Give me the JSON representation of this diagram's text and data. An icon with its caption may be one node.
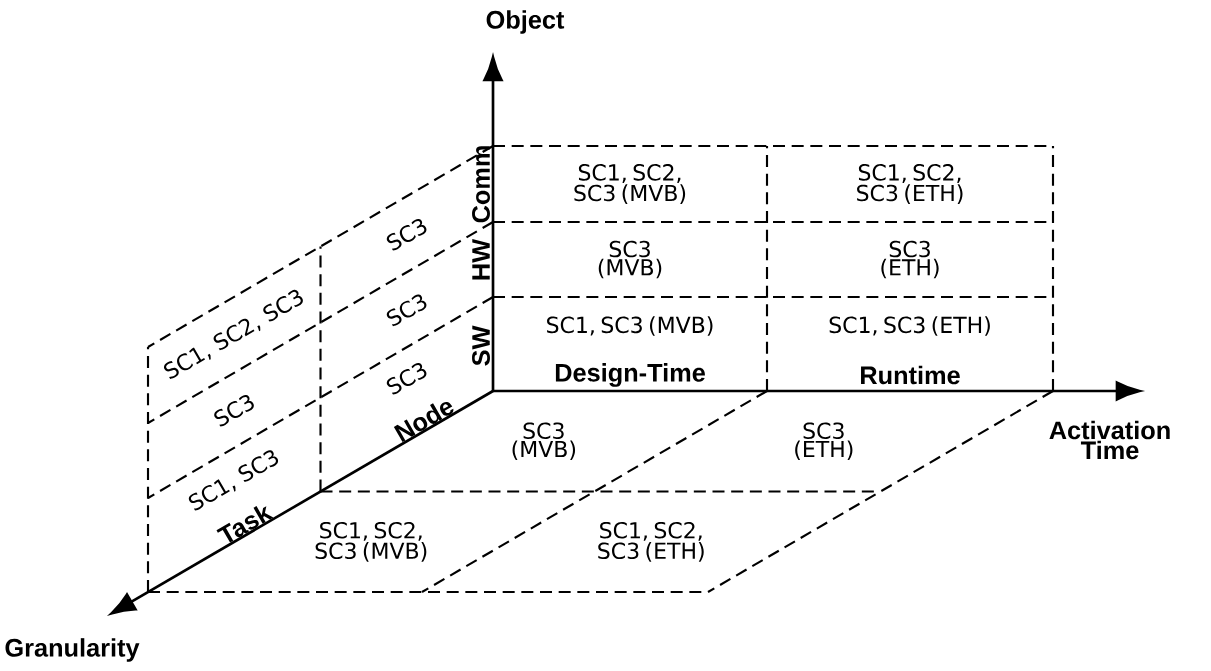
{
  "diagram": {
    "labels": [
      "Object",
      "Comm",
      "SC1, SC2, SC3 (MVB)",
      "SC1, SC2, SC3 (ETH)",
      "HW",
      "SC3 (MVB)",
      "SC3 (ETH)",
      "SW",
      "SC1, SC3 (MVB)",
      "SC1, SC3 (ETH)",
      "Design-Time",
      "Runtime",
      "Activation Time",
      "SC1, SC2, SC3",
      "SC3",
      "SC3",
      "SC1, SC3",
      "SC3",
      "SC3",
      "Node",
      "Task",
      "SC3 (MVB)",
      "SC3 (ETH)",
      "SC1, SC2, SC3 (MVB)",
      "SC1, SC2, SC3 (ETH)",
      "Granularity"
    ]
  }
}
